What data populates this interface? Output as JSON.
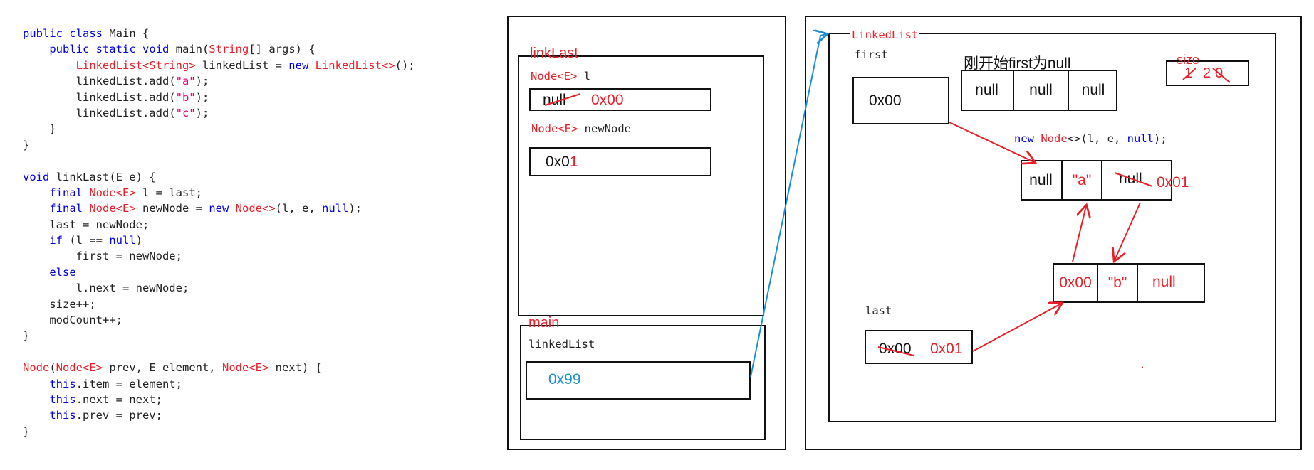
{
  "code": [
    [
      {
        "t": "public class Main {",
        "c": "kw0"
      }
    ],
    [
      {
        "t": "    public static void main(",
        "c": "kw0"
      },
      {
        "t": "String",
        "c": "ty"
      },
      {
        "t": "[] args) {",
        "c": ""
      }
    ],
    [
      {
        "t": "        ",
        "c": ""
      },
      {
        "t": "LinkedList<String>",
        "c": "ty"
      },
      {
        "t": " linkedList = ",
        "c": ""
      },
      {
        "t": "new",
        "c": "kw"
      },
      {
        "t": " ",
        "c": ""
      },
      {
        "t": "LinkedList<>",
        "c": "ty"
      },
      {
        "t": "();",
        "c": ""
      }
    ],
    [
      {
        "t": "        linkedList.add(",
        "c": ""
      },
      {
        "t": "\"a\"",
        "c": "st"
      },
      {
        "t": ");",
        "c": ""
      }
    ],
    [
      {
        "t": "        linkedList.add(",
        "c": ""
      },
      {
        "t": "\"b\"",
        "c": "st"
      },
      {
        "t": ");",
        "c": ""
      }
    ],
    [
      {
        "t": "        linkedList.add(",
        "c": ""
      },
      {
        "t": "\"c\"",
        "c": "st"
      },
      {
        "t": ");",
        "c": ""
      }
    ],
    [
      {
        "t": "    }",
        "c": ""
      }
    ],
    [
      {
        "t": "}",
        "c": ""
      }
    ],
    [
      {
        "t": "",
        "c": ""
      }
    ],
    [
      {
        "t": "void",
        "c": "kw"
      },
      {
        "t": " linkLast(E e) {",
        "c": ""
      }
    ],
    [
      {
        "t": "    ",
        "c": ""
      },
      {
        "t": "final",
        "c": "kw"
      },
      {
        "t": " ",
        "c": ""
      },
      {
        "t": "Node<E>",
        "c": "ty"
      },
      {
        "t": " l = last;",
        "c": ""
      }
    ],
    [
      {
        "t": "    ",
        "c": ""
      },
      {
        "t": "final",
        "c": "kw"
      },
      {
        "t": " ",
        "c": ""
      },
      {
        "t": "Node<E>",
        "c": "ty"
      },
      {
        "t": " newNode = ",
        "c": ""
      },
      {
        "t": "new",
        "c": "kw"
      },
      {
        "t": " ",
        "c": ""
      },
      {
        "t": "Node<>",
        "c": "ty"
      },
      {
        "t": "(l, e, ",
        "c": ""
      },
      {
        "t": "null",
        "c": "kw"
      },
      {
        "t": ");",
        "c": ""
      }
    ],
    [
      {
        "t": "    last = newNode;",
        "c": ""
      }
    ],
    [
      {
        "t": "    ",
        "c": ""
      },
      {
        "t": "if",
        "c": "kw"
      },
      {
        "t": " (l == ",
        "c": ""
      },
      {
        "t": "null",
        "c": "kw"
      },
      {
        "t": ")",
        "c": ""
      }
    ],
    [
      {
        "t": "        first = newNode;",
        "c": ""
      }
    ],
    [
      {
        "t": "    ",
        "c": ""
      },
      {
        "t": "else",
        "c": "kw"
      }
    ],
    [
      {
        "t": "        l.next = newNode;",
        "c": ""
      }
    ],
    [
      {
        "t": "    size++;",
        "c": ""
      }
    ],
    [
      {
        "t": "    modCount++;",
        "c": ""
      }
    ],
    [
      {
        "t": "}",
        "c": ""
      }
    ],
    [
      {
        "t": "",
        "c": ""
      }
    ],
    [
      {
        "t": "Node",
        "c": "ty"
      },
      {
        "t": "(",
        "c": ""
      },
      {
        "t": "Node<E>",
        "c": "ty"
      },
      {
        "t": " prev, E element, ",
        "c": ""
      },
      {
        "t": "Node<E>",
        "c": "ty"
      },
      {
        "t": " next) {",
        "c": ""
      }
    ],
    [
      {
        "t": "    ",
        "c": ""
      },
      {
        "t": "this",
        "c": "kw"
      },
      {
        "t": ".item = element;",
        "c": ""
      }
    ],
    [
      {
        "t": "    ",
        "c": ""
      },
      {
        "t": "this",
        "c": "kw"
      },
      {
        "t": ".next = next;",
        "c": ""
      }
    ],
    [
      {
        "t": "    ",
        "c": ""
      },
      {
        "t": "this",
        "c": "kw"
      },
      {
        "t": ".prev = prev;",
        "c": ""
      }
    ],
    [
      {
        "t": "}",
        "c": ""
      }
    ]
  ],
  "stack": {
    "linkLast_label": "linkLast",
    "l_type": "Node<E>",
    "l_name": " l",
    "l_old": "null",
    "l_new": "0x00",
    "newNode_type": "Node<E>",
    "newNode_name": " newNode",
    "newNode_value_a": "0x0",
    "newNode_value_b": "1",
    "main_label": "main",
    "linkedList_name": "linkedList",
    "linkedList_value": "0x99"
  },
  "heap": {
    "linkedlist_label": "LinkedList",
    "first_label": "first",
    "first_value": "0x00",
    "note": "刚开始first为null",
    "null_row": [
      "null",
      "null",
      "null"
    ],
    "size_label": "size",
    "size_old_1": "1",
    "size_mid": "2",
    "size_old_0": "0",
    "new_node_code": {
      "kw_new": "new",
      "type": "Node",
      "rest": "<>(l, e, ",
      "kw_null": "null",
      "end": ");"
    },
    "node_a": {
      "prev": "null",
      "item": "\"a\"",
      "next_old": "null",
      "next_new": "0x01"
    },
    "node_b": {
      "prev": "0x00",
      "item": "\"b\"",
      "next": "null"
    },
    "last_label": "last",
    "last_old": "0x00",
    "last_new": "0x01",
    "dot": "."
  },
  "colors": {
    "red": "#e8202a",
    "blue": "#1a8fd6",
    "keyword": "#0000e6",
    "string": "#e6007e"
  }
}
